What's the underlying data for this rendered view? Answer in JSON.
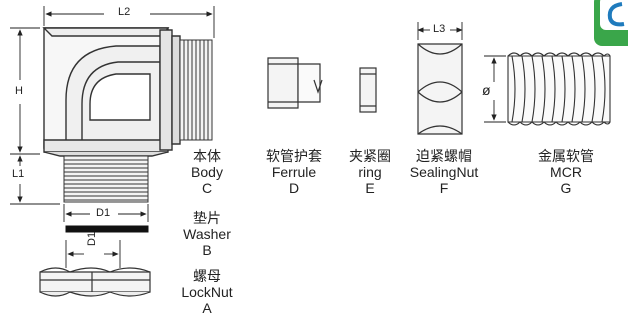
{
  "dimensions": {
    "l2": "L2",
    "h": "H",
    "l1": "L1",
    "d1_body": "D1",
    "d1_locknut": "D1",
    "l3": "L3",
    "phi": "ø"
  },
  "parts": {
    "body": {
      "cn": "本体",
      "en": "Body",
      "code": "C"
    },
    "washer": {
      "cn": "垫片",
      "en": "Washer",
      "code": "B"
    },
    "locknut": {
      "cn": "螺母",
      "en": "LockNut",
      "code": "A"
    },
    "ferrule": {
      "cn": "软管护套",
      "en": "Ferrule",
      "code": "D"
    },
    "ring": {
      "cn": "夹紧圈",
      "en": "ring",
      "code": "E"
    },
    "sealnut": {
      "cn": "迫紧螺帽",
      "en": "SealingNut",
      "code": "F"
    },
    "mcr": {
      "cn": "金属软管",
      "en": "MCR",
      "code": "G"
    }
  },
  "colors": {
    "line": "#333333",
    "fill": "#f2f2f2",
    "dark": "#111111",
    "badge_green": "#3aa64a",
    "badge_blue": "#1f7bbd"
  },
  "icons": {
    "corner_badge": "brand-badge-icon"
  }
}
